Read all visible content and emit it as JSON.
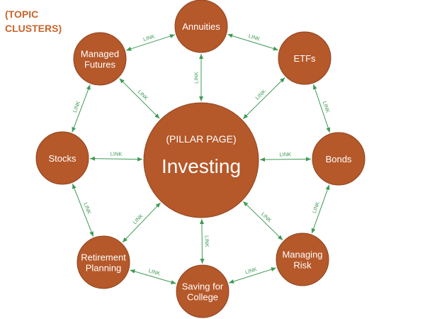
{
  "title_lines": [
    "(TOPIC",
    "CLUSTERS)"
  ],
  "pillar": {
    "subtitle": "(PILLAR PAGE)",
    "title": "Investing"
  },
  "nodes": [
    {
      "id": "annuities",
      "lines": [
        "Annuities"
      ]
    },
    {
      "id": "etfs",
      "lines": [
        "ETFs"
      ]
    },
    {
      "id": "bonds",
      "lines": [
        "Bonds"
      ]
    },
    {
      "id": "managing-risk",
      "lines": [
        "Managing",
        "Risk"
      ]
    },
    {
      "id": "saving-for-college",
      "lines": [
        "Saving for",
        "College"
      ]
    },
    {
      "id": "retirement-planning",
      "lines": [
        "Retirement",
        "Planning"
      ]
    },
    {
      "id": "stocks",
      "lines": [
        "Stocks"
      ]
    },
    {
      "id": "managed-futures",
      "lines": [
        "Managed",
        "Futures"
      ]
    }
  ],
  "link_label": "LINK",
  "edges": [
    {
      "from": "pillar",
      "to": "annuities"
    },
    {
      "from": "pillar",
      "to": "etfs"
    },
    {
      "from": "pillar",
      "to": "bonds"
    },
    {
      "from": "pillar",
      "to": "managing-risk"
    },
    {
      "from": "pillar",
      "to": "saving-for-college"
    },
    {
      "from": "pillar",
      "to": "retirement-planning"
    },
    {
      "from": "pillar",
      "to": "stocks"
    },
    {
      "from": "pillar",
      "to": "managed-futures"
    },
    {
      "from": "annuities",
      "to": "etfs"
    },
    {
      "from": "etfs",
      "to": "bonds"
    },
    {
      "from": "bonds",
      "to": "managing-risk"
    },
    {
      "from": "managing-risk",
      "to": "saving-for-college"
    },
    {
      "from": "saving-for-college",
      "to": "retirement-planning"
    },
    {
      "from": "retirement-planning",
      "to": "stocks"
    },
    {
      "from": "stocks",
      "to": "managed-futures"
    },
    {
      "from": "managed-futures",
      "to": "annuities"
    }
  ],
  "colors": {
    "node_fill": "#b5582a",
    "node_stroke": "#8f4420",
    "edge": "#3e9a55",
    "title": "#c8632a"
  }
}
